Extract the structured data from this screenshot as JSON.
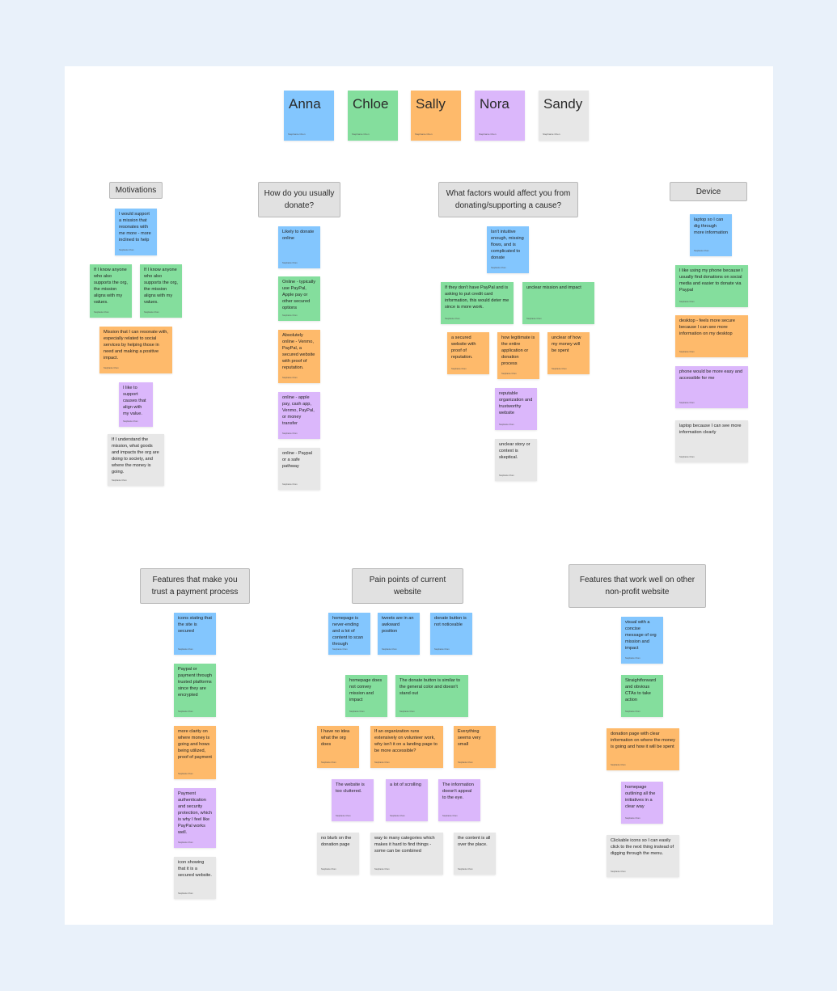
{
  "names": [
    {
      "label": "Anna",
      "color": "blue",
      "author": "Stephanie Chen"
    },
    {
      "label": "Chloe",
      "color": "green",
      "author": "Stephanie Chen"
    },
    {
      "label": "Sally",
      "color": "orange",
      "author": "Stephanie Chen"
    },
    {
      "label": "Nora",
      "color": "purple",
      "author": "Stephanie Chen"
    },
    {
      "label": "Sandy",
      "color": "gray",
      "author": "Stephanie Chen"
    }
  ],
  "headers": {
    "motivations": "Motivations",
    "how_donate": "How do you usually donate?",
    "factors": "What factors would affect you from donating/supporting a cause?",
    "device": "Device",
    "trust": "Features that make you trust a payment process",
    "pain_points": "Pain points of current website",
    "work_well": "Features that work well on other non-profit website"
  },
  "author": "Stephanie Chen",
  "notes": {
    "mot_1": "I would support a mission that resonates with me more - more inclined to help",
    "mot_2": "If I know anyone who also supports the org, the mission aligns with my values.",
    "mot_3": "If I know anyone who also supports the org, the mission aligns with my values.",
    "mot_4": "Mission that I can resonate with, especially related to social services by helping those in need and making a positive impact.",
    "mot_5": "I like to support causes that align with my value.",
    "mot_6": "If I understand the mission, what goods and impacts the org are doing to society, and where the money is going.",
    "how_1": "Likely to donate online",
    "how_2": "Online - typically use PayPal, Apple pay or other secured options",
    "how_3": "Absolutely online - Venmo, PayPal, a secured website with proof of reputation.",
    "how_4": "online - apple pay, cash app, Venmo, PayPal, or money transfer",
    "how_5": "online - Paypal or a safe pathway",
    "fac_1": "Isn't intuitive enough, missing flows, and is complicated to donate",
    "fac_2": "If they don't have PayPal and is asking to put credit card information, this would deter me since is more work.",
    "fac_3": "unclear mission and impact",
    "fac_4": "a secured website with proof of reputation.",
    "fac_5": "how legitimate is the entire application or donation process",
    "fac_6": "unclear of how my money will be spent",
    "fac_7": "reputable organization and trustworthy website",
    "fac_8": "unclear story or context is skeptical.",
    "dev_1": "laptop so I can dig through more information",
    "dev_2": "I like using my phone because I usually find donations on social media and easier to donate via Paypal",
    "dev_3": "desktop - feels more secure because I can see more information on my desktop",
    "dev_4": "phone would be more easy and accessible for me",
    "dev_5": "laptop because I can see more information clearly",
    "tr_1": "icons stating that the site is secured",
    "tr_2": "Paypal or payment through trusted platforms since they are encrypted",
    "tr_3": "more clarity on where money is going and hows being utilized, proof of payment",
    "tr_4": "Payment authentication and security protection, which is why I feel like PayPal works well.",
    "tr_5": "icon showing that it is a secured website.",
    "pp_1": "homepage is never-ending and a lot of content to scan through",
    "pp_2": "tweets are in an awkward position",
    "pp_3": "donate button is not noticeable",
    "pp_4": "homepage does not convey mission and impact",
    "pp_5": "The donate button is similar to the general color and doesn't stand out",
    "pp_6": "I have no idea what the org does",
    "pp_7": "If an organization runs extensively on volunteer work, why isn't it on a landing page to be more accessible?",
    "pp_8": "Everything seems very small",
    "pp_9": "The website is too cluttered.",
    "pp_10": "a lot of scrolling",
    "pp_11": "The information doesn't appeal to the eye.",
    "pp_12": "no blurb on the donation page",
    "pp_13": "way to many categories which makes it hard to find things - some can be combined",
    "pp_14": "the content is all over the place.",
    "ww_1": "visual with a concise message of org mission and impact",
    "ww_2": "Straightforward and obvious CTAs to take action",
    "ww_3": "donation page with clear information on where the money is going and how it will be spent",
    "ww_4": "homepage outlining all the initiatives in a clear way",
    "ww_5": "Clickable icons so I can easily click to the next thing instead of digging through the menu."
  }
}
